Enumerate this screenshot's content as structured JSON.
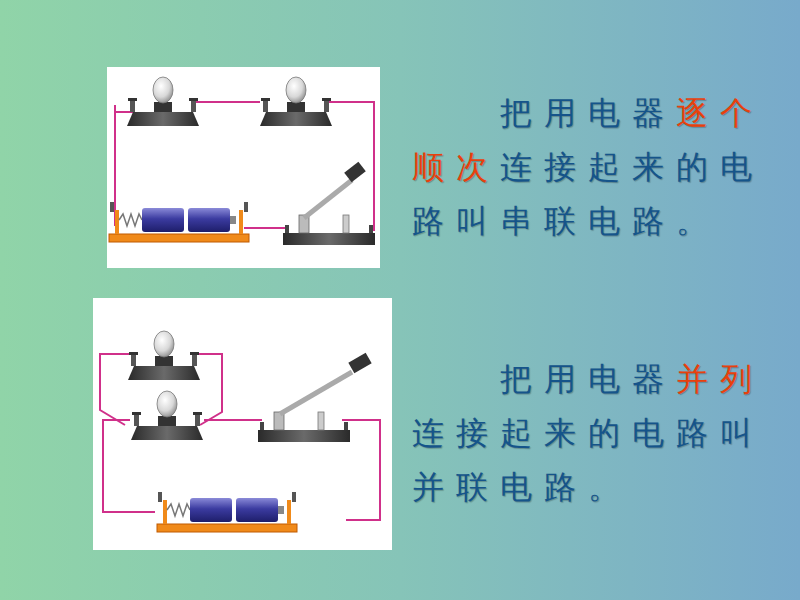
{
  "diagram": {
    "labels": [
      "把用电器",
      "逐个顺次",
      "连接起来的电路叫串联电路。",
      "把用电器",
      "并列",
      "连接起来的电路叫并联电路。"
    ]
  }
}
